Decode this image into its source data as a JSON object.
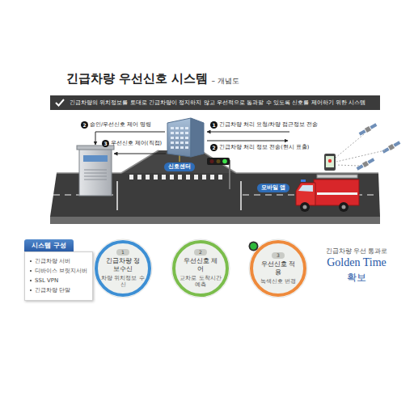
{
  "diagram": {
    "title": "긴급차량 우선신호 시스템",
    "nodes": [
      {
        "text": [
          "긴급차량의 위치정보를 토대로 긴급차량이 정지하지 않고 우선적으로 통과할 수 있도록 신호를 제어하기 위한 시스템"
        ]
      },
      {
        "text": [
          "신호센터"
        ]
      },
      {
        "text": [
          "모바일 앱"
        ]
      },
      {
        "text": [
          "시스템 구성",
          "긴급차량 서버",
          "디바이스 브릿지서버",
          "SSL VPN",
          "긴급차량 단말"
        ]
      },
      {
        "text": [
          "1",
          "긴급차량 정보수신",
          "차량 위치정보 수신"
        ]
      },
      {
        "text": [
          "2",
          "우선신호 제어",
          "교차로 도착시간 예측"
        ]
      },
      {
        "text": [
          "3",
          "우선신호 적용",
          "녹색신호 변경"
        ]
      }
    ],
    "labels": [
      "– 개념도",
      "2",
      "승인/우선신호 제어 명령",
      "3",
      "우선신호 제어(직접)",
      "1",
      "긴급차량 처리 요청/차량 접근정보 전송",
      "2",
      "긴급차량 처리 정보 전송(현시 표출)",
      "긴급차량 우선 통과로",
      "Golden Time",
      "확보"
    ]
  }
}
